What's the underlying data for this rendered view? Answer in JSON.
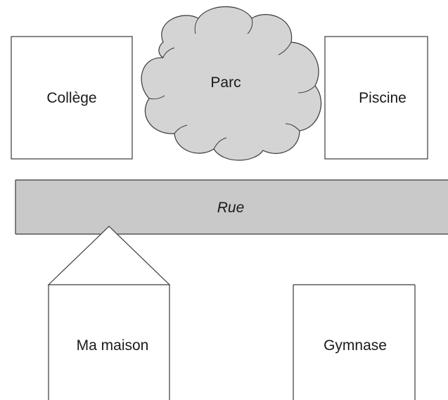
{
  "places": {
    "college": "Collège",
    "parc": "Parc",
    "piscine": "Piscine",
    "rue": "Rue",
    "maison": "Ma maison",
    "gymnase": "Gymnase"
  },
  "colors": {
    "outline": "#3a3a3a",
    "cloud_fill": "#d4d4d4",
    "street_fill": "#c9c9c9",
    "building_fill": "#ffffff",
    "text": "#1a1a1a"
  }
}
